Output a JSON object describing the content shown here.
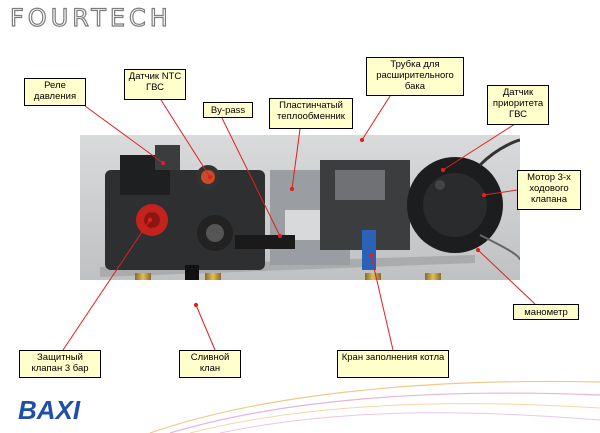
{
  "brand": {
    "top_logo": "FOURTECH",
    "bottom_logo": "BAXI"
  },
  "labels": {
    "pressure_relay": "Реле давления",
    "ntc_dhw_sensor": "Датчик NTC ГВС",
    "bypass": "By-pass",
    "plate_exchanger": "Пластинчатый теплообменник",
    "expansion_tube": "Трубка для расширительного бака",
    "dhw_priority_sensor": "Датчик приоритета ГВС",
    "three_way_motor": "Мотор 3-х ходового клапана",
    "manometer": "манометр",
    "safety_valve": "Защитный клапан 3 бар",
    "drain_valve": "Сливной клан",
    "fill_valve": "Кран заполнения котла"
  },
  "colors": {
    "label_bg": "#ffffcc",
    "pointer": "#e0201f",
    "brand_blue": "#1f4fa8"
  }
}
